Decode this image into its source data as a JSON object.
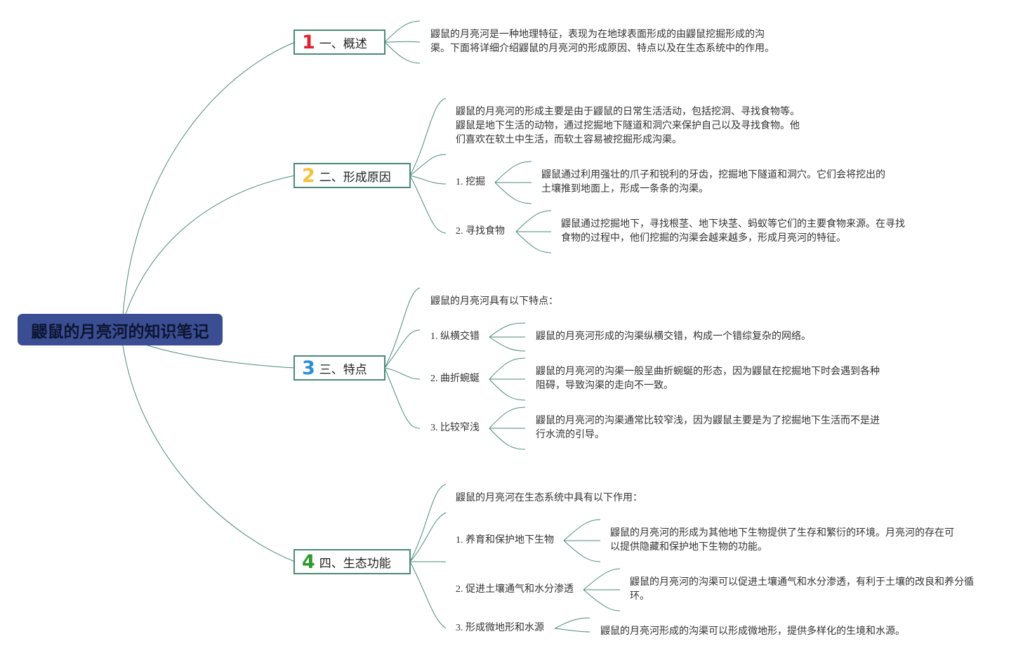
{
  "root": {
    "title": "鼹鼠的月亮河的知识笔记"
  },
  "colors": {
    "line": "#4a8a7a",
    "root_bg": "#3b4e94",
    "num1": "#e02030",
    "num2": "#f2c23a",
    "num3": "#2a8fd6",
    "num4": "#2e9a2e"
  },
  "branches": [
    {
      "num": "1",
      "label": "一、概述",
      "text": "鼹鼠的月亮河是一种地理特征，表现为在地球表面形成的由鼹鼠挖掘形成的沟\n渠。下面将详细介绍鼹鼠的月亮河的形成原因、特点以及在生态系统中的作用。"
    },
    {
      "num": "2",
      "label": "二、形成原因",
      "intro": "鼹鼠的月亮河的形成主要是由于鼹鼠的日常生活活动，包括挖洞、寻找食物等。\n鼹鼠是地下生活的动物，通过挖掘地下隧道和洞穴来保护自己以及寻找食物。他\n们喜欢在软土中生活，而软土容易被挖掘形成沟渠。",
      "items": [
        {
          "label": "1. 挖掘",
          "text": "鼹鼠通过利用强壮的爪子和锐利的牙齿，挖掘地下隧道和洞穴。它们会将挖出的\n土壤推到地面上，形成一条条的沟渠。"
        },
        {
          "label": "2. 寻找食物",
          "text": "鼹鼠通过挖掘地下，寻找根茎、地下块茎、蚂蚁等它们的主要食物来源。在寻找\n食物的过程中，他们挖掘的沟渠会越来越多，形成月亮河的特征。"
        }
      ]
    },
    {
      "num": "3",
      "label": "三、特点",
      "intro": "鼹鼠的月亮河具有以下特点：",
      "items": [
        {
          "label": "1. 纵横交错",
          "text": "鼹鼠的月亮河形成的沟渠纵横交错，构成一个错综复杂的网络。"
        },
        {
          "label": "2. 曲折蜿蜒",
          "text": "鼹鼠的月亮河的沟渠一般呈曲折蜿蜒的形态，因为鼹鼠在挖掘地下时会遇到各种\n阻碍，导致沟渠的走向不一致。"
        },
        {
          "label": "3. 比较窄浅",
          "text": "鼹鼠的月亮河的沟渠通常比较窄浅，因为鼹鼠主要是为了挖掘地下生活而不是进\n行水流的引导。"
        }
      ]
    },
    {
      "num": "4",
      "label": "四、生态功能",
      "intro": "鼹鼠的月亮河在生态系统中具有以下作用：",
      "items": [
        {
          "label": "1. 养育和保护地下生物",
          "text": "鼹鼠的月亮河的形成为其他地下生物提供了生存和繁衍的环境。月亮河的存在可\n以提供隐藏和保护地下生物的功能。"
        },
        {
          "label": "2. 促进土壤通气和水分渗透",
          "text": "鼹鼠的月亮河的沟渠可以促进土壤通气和水分渗透，有利于土壤的改良和养分循\n环。"
        },
        {
          "label": "3. 形成微地形和水源",
          "text": "鼹鼠的月亮河形成的沟渠可以形成微地形，提供多样化的生境和水源。"
        }
      ]
    }
  ]
}
